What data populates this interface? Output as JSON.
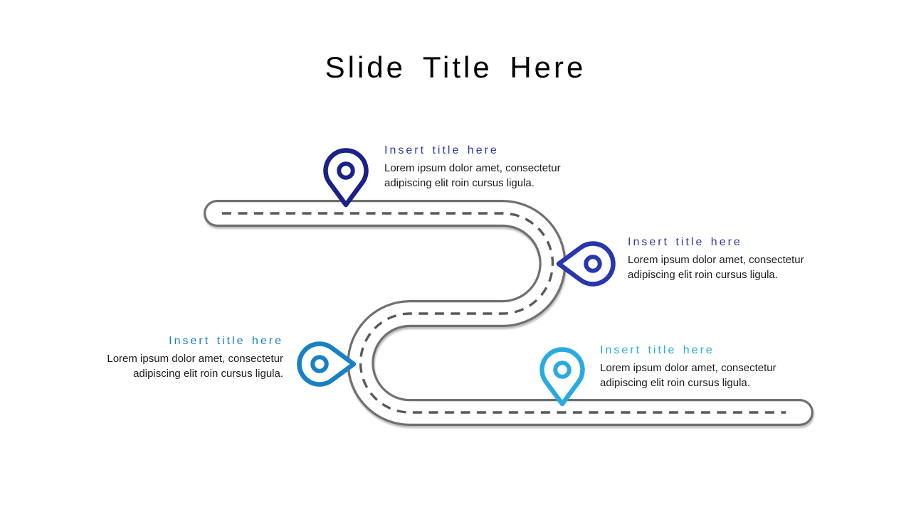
{
  "slide_title": "Slide Title Here",
  "items": [
    {
      "title": "Insert title here",
      "body": "Lorem ipsum dolor amet, consectetur adipiscing elit roin cursus ligula.",
      "pin_color": "#1b2189",
      "title_color": "#2e3aa2"
    },
    {
      "title": "Insert title here",
      "body": "Lorem ipsum dolor amet, consectetur adipiscing elit roin cursus ligula.",
      "pin_color": "#2a36ae",
      "title_color": "#2e3aa2"
    },
    {
      "title": "Insert title here",
      "body": "Lorem ipsum dolor amet, consectetur adipiscing elit roin cursus ligula.",
      "pin_color": "#1880c5",
      "title_color": "#1880c5"
    },
    {
      "title": "Insert title here",
      "body": "Lorem ipsum dolor amet, consectetur adipiscing elit roin cursus ligula.",
      "pin_color": "#29abe2",
      "title_color": "#29abe2"
    }
  ],
  "road": {
    "border_color": "#707070",
    "surface_color": "#ffffff",
    "centerline_color": "#595959",
    "shadow_color": "#8a8a8a"
  },
  "background_color": "#ffffff",
  "slide_title_color": "#000000"
}
